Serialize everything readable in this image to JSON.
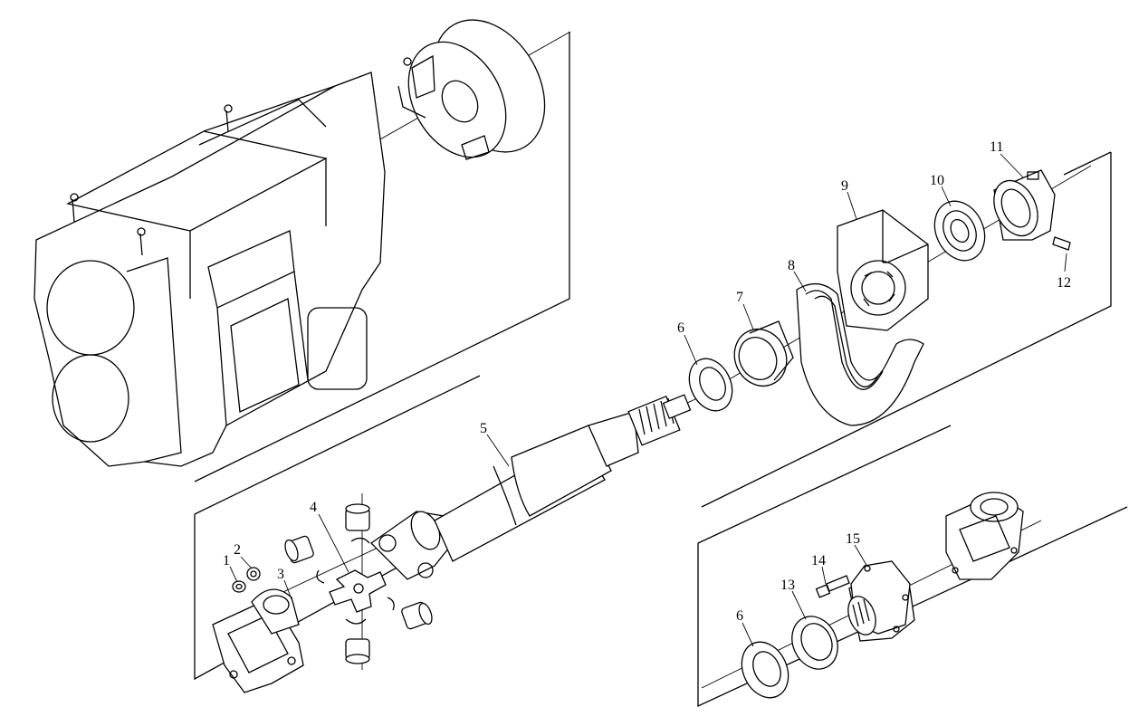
{
  "callouts": [
    {
      "id": "c1",
      "text": "1"
    },
    {
      "id": "c2",
      "text": "2"
    },
    {
      "id": "c3",
      "text": "3"
    },
    {
      "id": "c4",
      "text": "4"
    },
    {
      "id": "c5",
      "text": "5"
    },
    {
      "id": "c6a",
      "text": "6"
    },
    {
      "id": "c6b",
      "text": "6"
    },
    {
      "id": "c7",
      "text": "7"
    },
    {
      "id": "c8",
      "text": "8"
    },
    {
      "id": "c9",
      "text": "9"
    },
    {
      "id": "c10",
      "text": "10"
    },
    {
      "id": "c11",
      "text": "11"
    },
    {
      "id": "c12",
      "text": "12"
    },
    {
      "id": "c13",
      "text": "13"
    },
    {
      "id": "c14",
      "text": "14"
    },
    {
      "id": "c15",
      "text": "15"
    }
  ],
  "colors": {
    "line": "#000000",
    "background": "#ffffff"
  }
}
